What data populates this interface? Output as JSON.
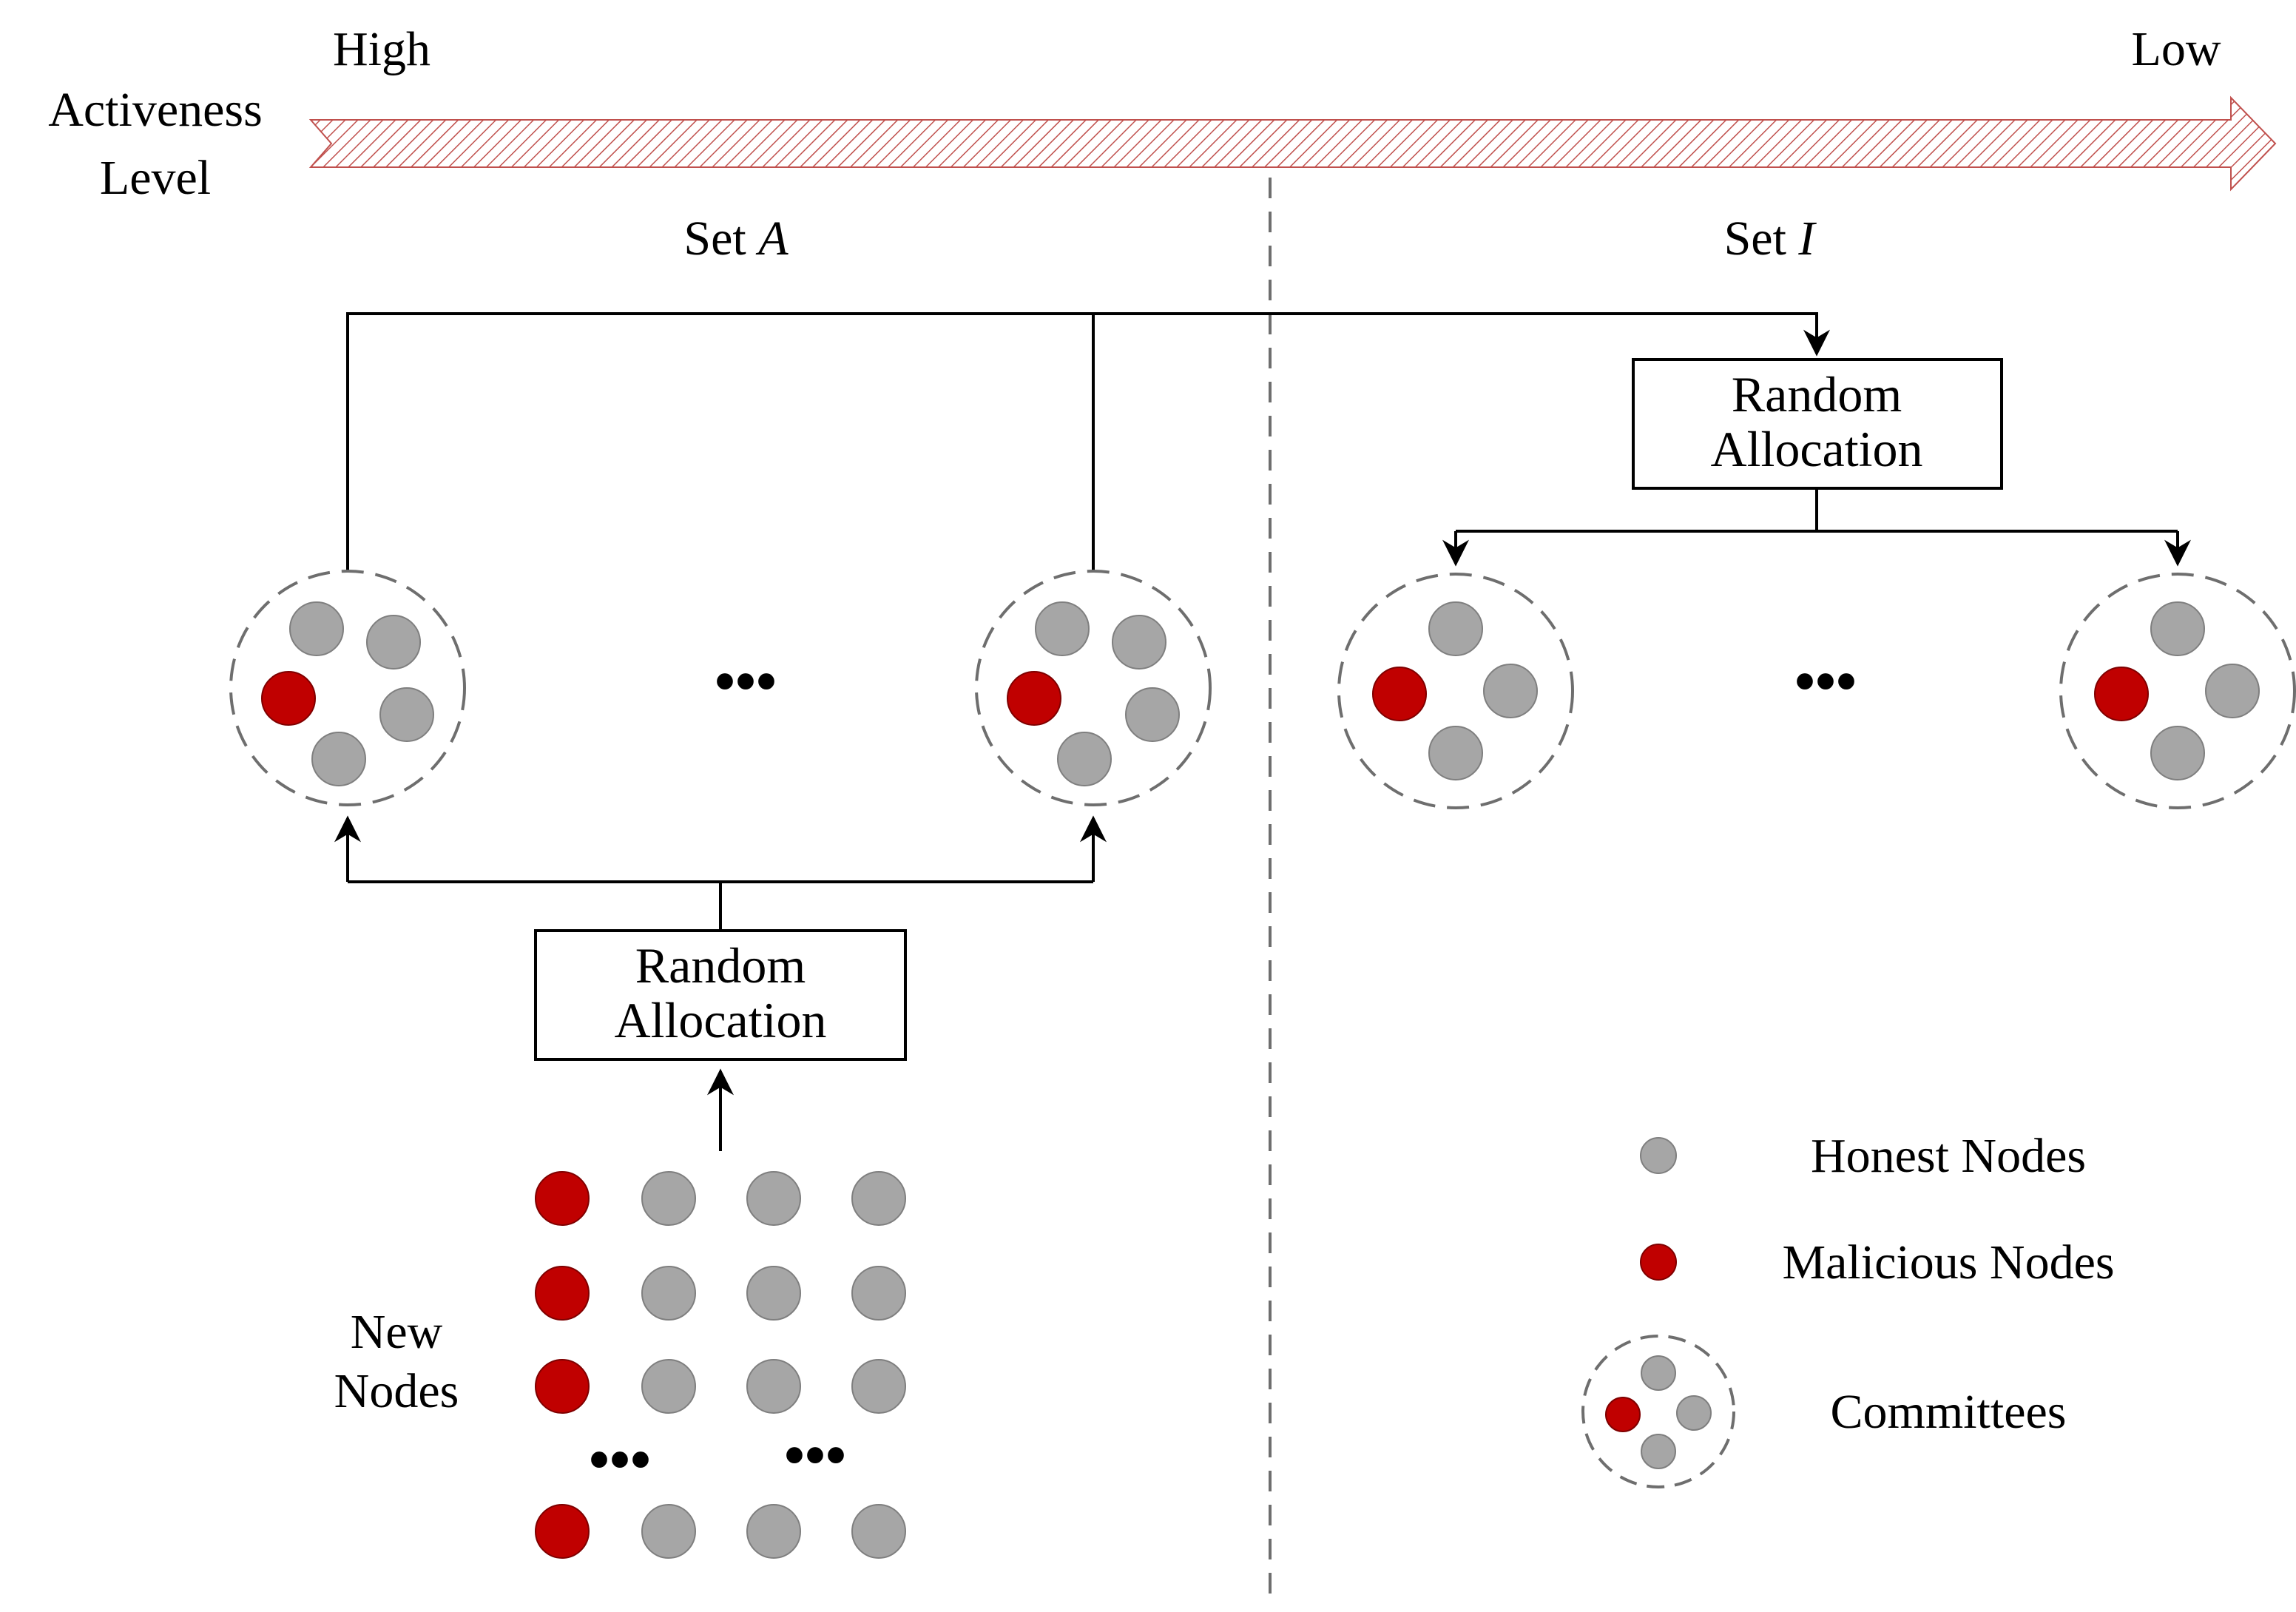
{
  "axis": {
    "title_line1": "Activeness",
    "title_line2": "Level",
    "high_label": "High",
    "low_label": "Low"
  },
  "sets": {
    "active_prefix": "Set ",
    "active_var": "A",
    "inactive_prefix": "Set ",
    "inactive_var": "I"
  },
  "allocation_boxes": {
    "left": {
      "line1": "Random",
      "line2": "Allocation"
    },
    "right": {
      "line1": "Random",
      "line2": "Allocation"
    }
  },
  "ellipsis": "•••",
  "new_nodes": {
    "line1": "New",
    "line2": "Nodes"
  },
  "legend": {
    "honest": "Honest Nodes",
    "malicious": "Malicious Nodes",
    "committees": "Committees"
  },
  "colors": {
    "honest": "#a6a6a6",
    "malicious": "#c00000",
    "arrow_hatch": "#c0504d",
    "dashed": "#6e6e6e"
  }
}
